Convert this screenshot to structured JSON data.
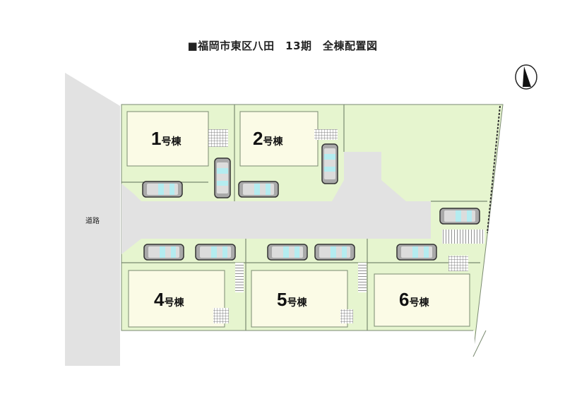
{
  "title": "■福岡市東区八田　13期　全棟配置図",
  "road_label": "道路",
  "lots": [
    {
      "number": "1",
      "suffix": "号棟"
    },
    {
      "number": "2",
      "suffix": "号棟"
    },
    {
      "number": "4",
      "suffix": "号棟"
    },
    {
      "number": "5",
      "suffix": "号棟"
    },
    {
      "number": "6",
      "suffix": "号棟"
    }
  ],
  "colors": {
    "lot": "#e6f5cf",
    "house": "#fbfbe6",
    "road": "#e2e2e2",
    "car_glass": "#b4ecf0",
    "line": "#7a8a70"
  }
}
